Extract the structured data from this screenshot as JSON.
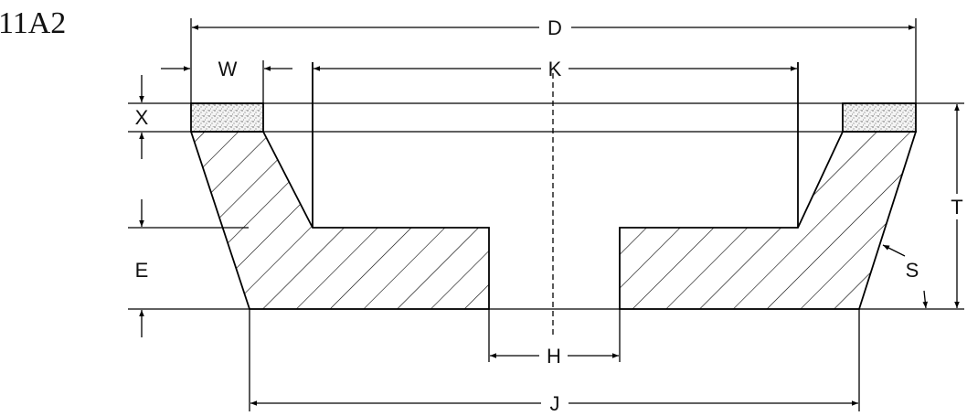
{
  "title": "11A2",
  "labels": {
    "D": "D",
    "W": "W",
    "K": "K",
    "X": "X",
    "T": "T",
    "E": "E",
    "S": "S",
    "H": "H",
    "J": "J"
  }
}
